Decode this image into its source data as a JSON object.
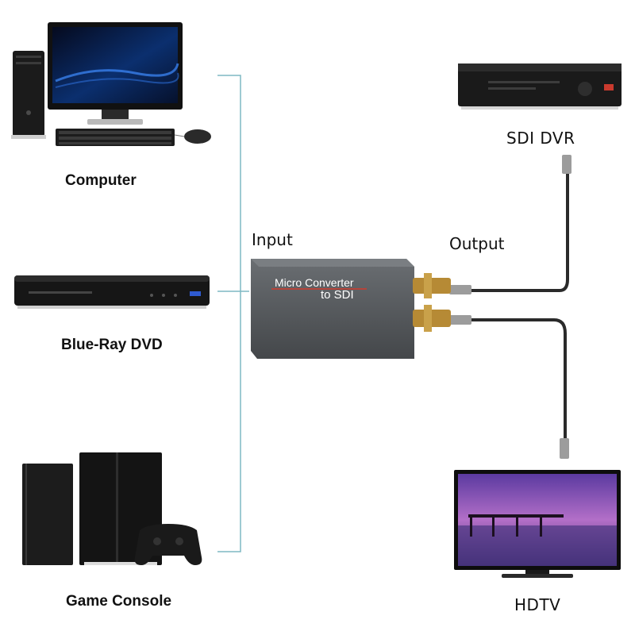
{
  "diagram": {
    "inputs": [
      {
        "id": "computer",
        "label": "Computer"
      },
      {
        "id": "bluray",
        "label": "Blue-Ray DVD"
      },
      {
        "id": "console",
        "label": "Game Console"
      }
    ],
    "input_label": "Input",
    "output_label": "Output",
    "converter": {
      "line1": "Micro Converter",
      "line2": "to SDI"
    },
    "outputs": [
      {
        "id": "dvr",
        "label": "SDI DVR"
      },
      {
        "id": "hdtv",
        "label": "HDTV"
      }
    ]
  },
  "colors": {
    "bracket": "#7fb9c3",
    "converter_body": "#55595c",
    "converter_text": "#ffffff",
    "converter_accent": "#d23a2c",
    "cable": "#2a2a2a"
  }
}
